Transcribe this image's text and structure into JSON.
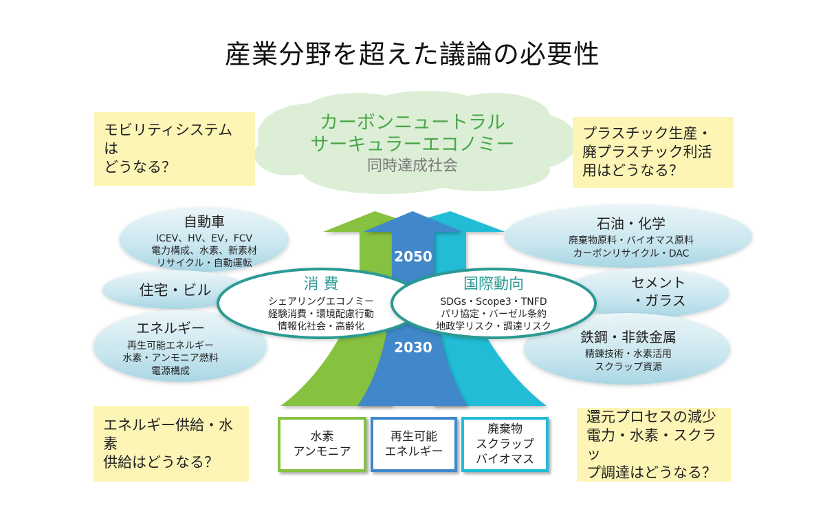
{
  "title": "産業分野を超えた議論の必要性",
  "goal_cloud": {
    "line1": "カーボンニュートラル",
    "line2": "サーキュラーエコノミー",
    "line3": "同時達成社会"
  },
  "questions": {
    "mobility": [
      "モビリティシステムは",
      "どうなる？"
    ],
    "plastic": [
      "プラスチック生産・",
      "廃プラスチック利活",
      "用はどうなる？"
    ],
    "energy": [
      "エネルギー供給・水素",
      "供給はどうなる？"
    ],
    "reduction": [
      "還元プロセスの減少",
      "電力・水素・スクラッ",
      "プ調達はどうなる？"
    ]
  },
  "sectors_left": [
    {
      "title": "自動車",
      "lines": [
        "ICEV、HV、EV，FCV",
        "電力構成、水素、新素材",
        "リサイクル・自動運転"
      ]
    },
    {
      "title": "住宅・ビル",
      "lines": []
    },
    {
      "title": "エネルギー",
      "lines": [
        "再生可能エネルギー",
        "水素・アンモニア燃料",
        "電源構成"
      ]
    }
  ],
  "sectors_right": [
    {
      "title": "石油・化学",
      "lines": [
        "廃棄物原料・バイオマス原料",
        "カーボンリサイクル・DAC"
      ]
    },
    {
      "title": "セメント",
      "title2": "・ガラス",
      "lines": []
    },
    {
      "title": "鉄鋼・非鉄金属",
      "lines": [
        "精錬技術・水素活用",
        "スクラップ資源"
      ]
    }
  ],
  "drivers": {
    "consumption": {
      "title": "消 費",
      "lines": [
        "シェアリングエコノミー",
        "経験消費・環境配慮行動",
        "情報化社会・高齢化"
      ]
    },
    "international": {
      "title": "国際動向",
      "lines": [
        "SDGs・Scope3・TNFD",
        "パリ協定・バーゼル条約",
        "地政学リスク・調達リスク"
      ]
    }
  },
  "milestones": {
    "upper": "2050",
    "lower": "2030"
  },
  "sources": [
    {
      "lines": [
        "水素",
        "アンモニア"
      ],
      "color": "#86c241"
    },
    {
      "lines": [
        "再生可能",
        "エネルギー"
      ],
      "color": "#3f88c9"
    },
    {
      "lines": [
        "廃棄物",
        "スクラップ",
        "バイオマス"
      ],
      "color": "#22bcd6"
    }
  ],
  "colors": {
    "green_arrow": "#86c241",
    "blue_arrow": "#3f88c9",
    "cyan_arrow": "#22bcd6",
    "cloud_fill": "#dcefd6",
    "cloud_text": "#4aa54a",
    "cloud_subtext": "#7a7a7a",
    "driver_border": "#2a9a93",
    "driver_title": "#2a9a93",
    "question_fill": "#fdf5b5"
  }
}
